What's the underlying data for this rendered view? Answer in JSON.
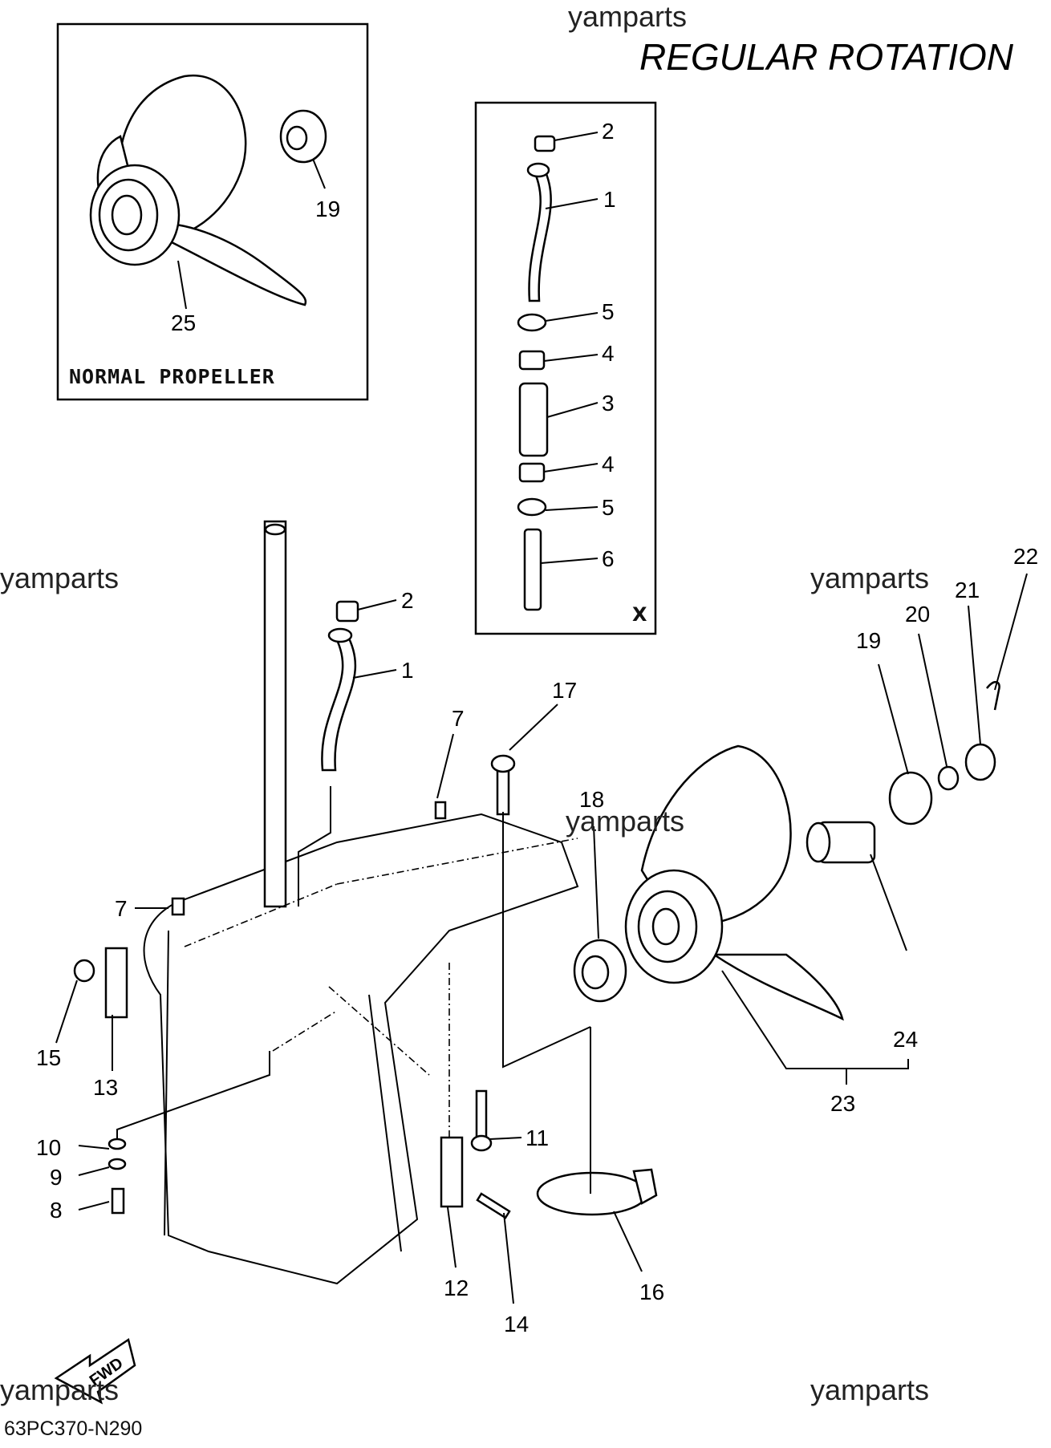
{
  "title": "REGULAR ROTATION",
  "watermark": "yamparts",
  "inset_label": "NORMAL PROPELLER",
  "section_x_label": "X",
  "fwd_label": "FWD",
  "diagram_code": "63PC370-N290",
  "callouts": {
    "inset_19": "19",
    "inset_25": "25",
    "x_2": "2",
    "x_1": "1",
    "x_5a": "5",
    "x_4a": "4",
    "x_3": "3",
    "x_4b": "4",
    "x_5b": "5",
    "x_6": "6",
    "m_2": "2",
    "m_1": "1",
    "m_17": "17",
    "m_7a": "7",
    "m_7b": "7",
    "m_18": "18",
    "m_19": "19",
    "m_20": "20",
    "m_21": "21",
    "m_22": "22",
    "m_24": "24",
    "m_23": "23",
    "m_15": "15",
    "m_13": "13",
    "m_10": "10",
    "m_9": "9",
    "m_8": "8",
    "m_11": "11",
    "m_12": "12",
    "m_14": "14",
    "m_16": "16"
  }
}
